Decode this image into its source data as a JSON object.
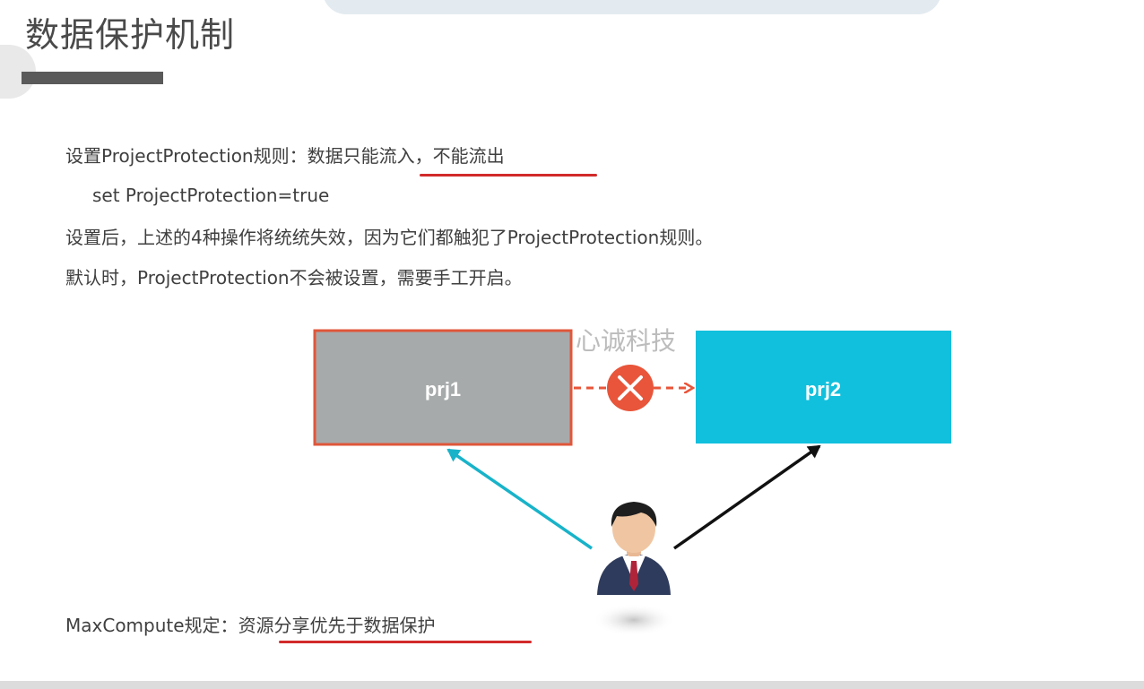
{
  "slide": {
    "title": "数据保护机制",
    "rule_prefix": "设置ProjectProtection规则：",
    "rule_highlight": "数据只能流入，不能流出",
    "command": "set ProjectProtection=true",
    "after_setting": "设置后，上述的4种操作将统统失效，因为它们都触犯了ProjectProtection规则。",
    "default_note": "默认时，ProjectProtection不会被设置，需要手工开启。",
    "footer_prefix": "MaxCompute规定：",
    "footer_highlight": "资源分享优先于数据保护"
  },
  "diagram": {
    "project_a": "prj1",
    "project_b": "prj2",
    "watermark": "心诚科技",
    "colors": {
      "prj1_fill": "#a7aaab",
      "prj1_border": "#e0563a",
      "prj2_fill": "#11c0dd",
      "blocked": "#e8553a",
      "user_to_prj1": "#18b3c9",
      "user_to_prj2": "#111111",
      "underline": "#d22a2a"
    },
    "icons": {
      "blocked_flow": "blocked-x-icon",
      "user": "user-avatar-icon"
    }
  }
}
